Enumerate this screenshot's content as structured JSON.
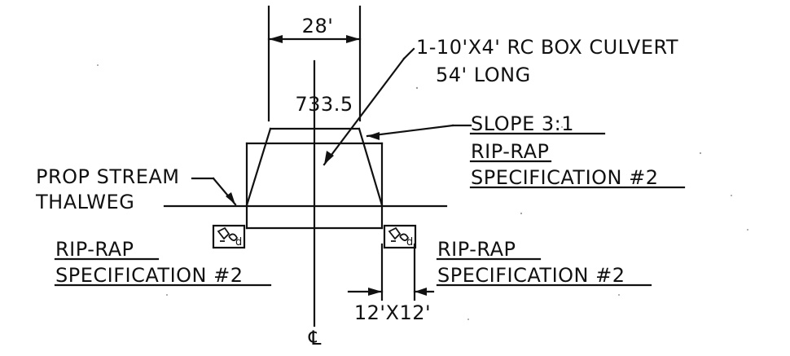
{
  "drawing": {
    "top_width_dim": "28'",
    "culvert_note_line1": "1-10'X4' RC BOX CULVERT",
    "culvert_note_line2": "54' LONG",
    "elevation": "733.5",
    "slope_label": "SLOPE 3:1",
    "riprap_top_line1": "RIP-RAP",
    "riprap_top_line2": "SPECIFICATION #2",
    "stream_label_line1": "PROP STREAM",
    "stream_label_line2": "THALWEG",
    "riprap_left_line1": "RIP-RAP",
    "riprap_left_line2": "SPECIFICATION #2",
    "riprap_right_line1": "RIP-RAP",
    "riprap_right_line2": "SPECIFICATION #2",
    "apron_dim": "12'X12'",
    "centerline_symbol": "℄"
  },
  "colors": {
    "ink": "#111111",
    "paper": "#ffffff"
  }
}
